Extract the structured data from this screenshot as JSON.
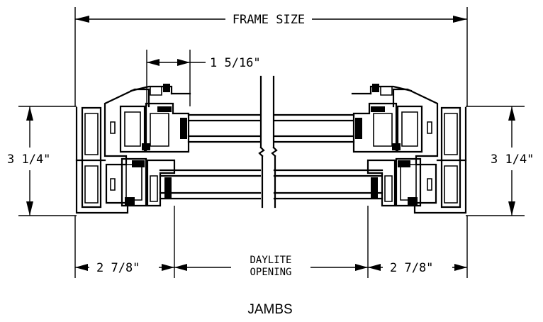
{
  "labels": {
    "frame_size": "FRAME SIZE",
    "sash_width": "1 5/16\"",
    "height_left": "3 1/4\"",
    "height_right": "3 1/4\"",
    "jamb_left": "2 7/8\"",
    "jamb_right": "2 7/8\"",
    "daylite_line1": "DAYLITE",
    "daylite_line2": "OPENING",
    "caption": "JAMBS"
  }
}
